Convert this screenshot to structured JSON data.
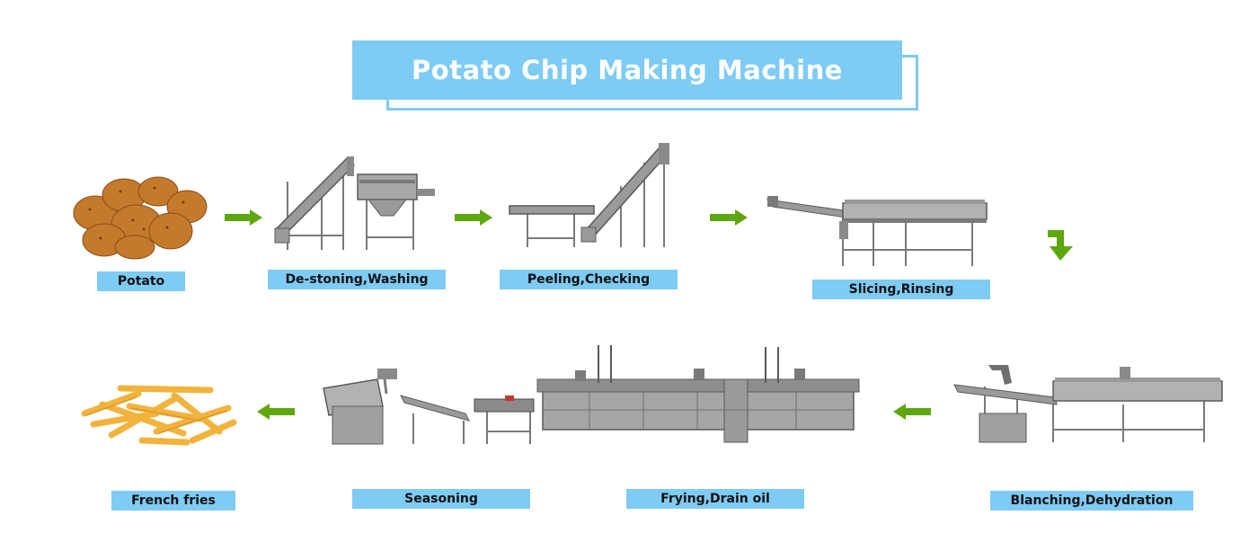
{
  "title": "Potato Chip Making Machine",
  "colors": {
    "accent": "#7ecbf4",
    "arrow": "#5fa70f",
    "steel": "#8c8c8c",
    "potato": "#c47a2c",
    "fries": "#f2b33d"
  },
  "steps": [
    {
      "label": "Potato",
      "illustration": "potato-pile-icon"
    },
    {
      "label": "De-stoning,Washing",
      "illustration": "destoning-washing-machine-icon"
    },
    {
      "label": "Peeling,Checking",
      "illustration": "peeling-checking-machine-icon"
    },
    {
      "label": "Slicing,Rinsing",
      "illustration": "slicing-rinsing-machine-icon"
    },
    {
      "label": "Blanching,Dehydration",
      "illustration": "blanching-dehydration-machine-icon"
    },
    {
      "label": "Frying,Drain oil",
      "illustration": "frying-machine-icon"
    },
    {
      "label": "Seasoning",
      "illustration": "seasoning-machine-icon"
    },
    {
      "label": "French fries",
      "illustration": "french-fries-icon"
    }
  ],
  "arrows": [
    "arrow-right-icon",
    "arrow-right-icon",
    "arrow-right-icon",
    "arrow-down-icon",
    "arrow-left-icon",
    "arrow-left-icon"
  ]
}
